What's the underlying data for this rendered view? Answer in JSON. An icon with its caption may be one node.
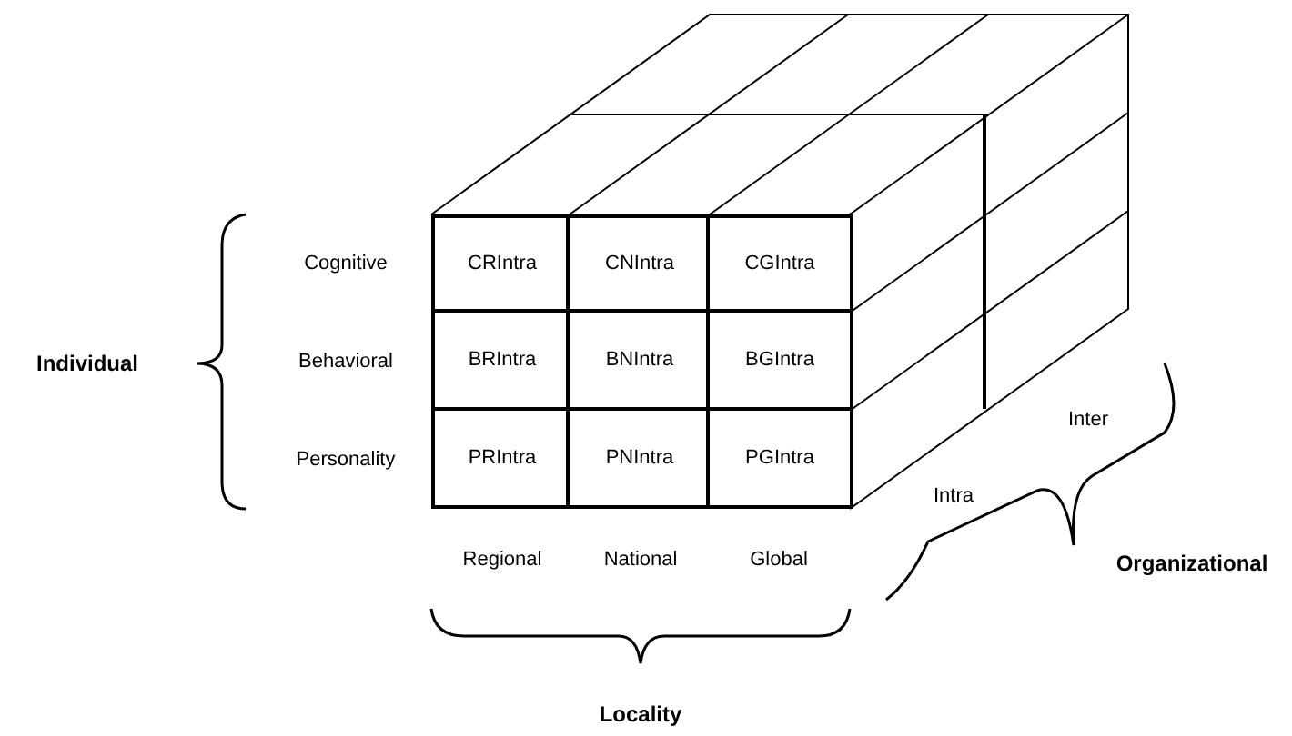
{
  "diagram": {
    "nodes": [
      {
        "text": [
          "CRIntra"
        ]
      },
      {
        "text": [
          "CNIntra"
        ]
      },
      {
        "text": [
          "CGIntra"
        ]
      },
      {
        "text": [
          "BRIntra"
        ]
      },
      {
        "text": [
          "BNIntra"
        ]
      },
      {
        "text": [
          "BGIntra"
        ]
      },
      {
        "text": [
          "PRIntra"
        ]
      },
      {
        "text": [
          "PNIntra"
        ]
      },
      {
        "text": [
          "PGIntra"
        ]
      }
    ],
    "labels": [
      "Individual",
      "Cognitive",
      "Behavioral",
      "Personality",
      "Inter",
      "Intra",
      "Regional",
      "National",
      "Global",
      "Organizational",
      "Locality"
    ]
  }
}
